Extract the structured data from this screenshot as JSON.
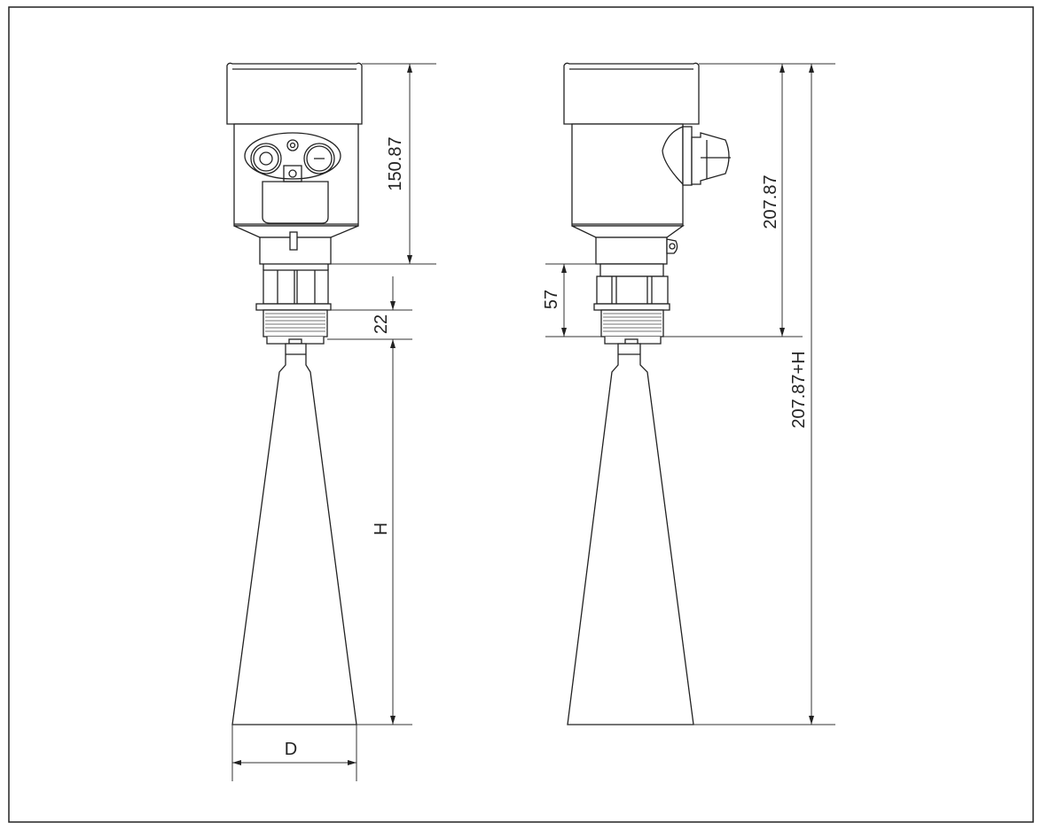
{
  "dimensions": {
    "housing_height": "150.87",
    "thread_length": "22",
    "horn_height": "H",
    "horn_diameter": "D",
    "connection_height": "57",
    "total_height_no_horn": "207.87",
    "total_height": "207.87+H"
  }
}
